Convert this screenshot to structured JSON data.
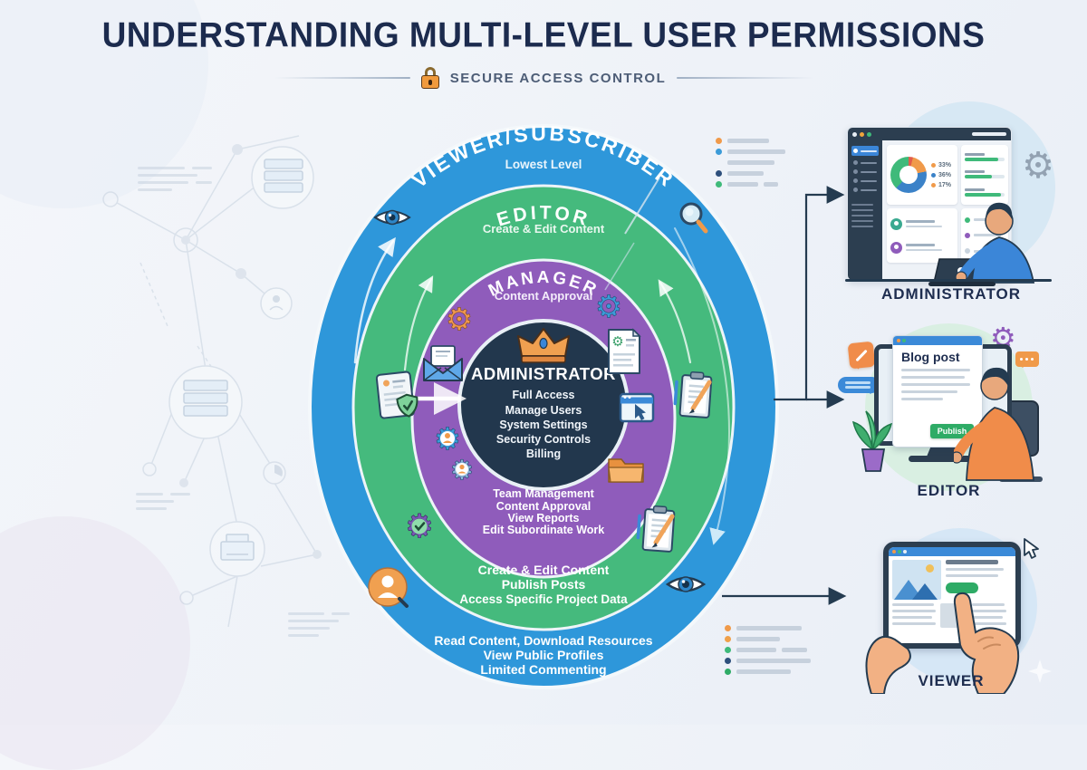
{
  "header": {
    "title": "UNDERSTANDING MULTI-LEVEL USER PERMISSIONS",
    "badge": "SECURE ACCESS CONTROL"
  },
  "diagram": {
    "levels": {
      "viewer": {
        "name": "VIEWER/SUBSCRIBER",
        "tagline": "Lowest Level",
        "permissions": [
          "Read Content, Download Resources",
          "View Public Profiles",
          "Limited Commenting"
        ],
        "color": "#2e97da"
      },
      "editor": {
        "name": "EDITOR",
        "tagline": "Create & Edit Content",
        "permissions": [
          "Create & Edit Content",
          "Publish Posts",
          "Access Specific Project Data"
        ],
        "color": "#45ba7d"
      },
      "manager": {
        "name": "MANAGER",
        "tagline": "Content Approval",
        "permissions": [
          "Team Management",
          "Content Approval",
          "View Reports",
          "Edit Subordinate Work"
        ],
        "color": "#8f5cbb"
      },
      "administrator": {
        "name": "ADMINISTRATOR",
        "permissions": [
          "Full Access",
          "Manage Users",
          "System Settings",
          "Security Controls",
          "Billing"
        ],
        "color": "#22374d"
      }
    },
    "icons": [
      "eye-icon",
      "magnifier-icon",
      "document-shield-icon",
      "gear-icon",
      "envelope-icon",
      "gear-person-icon",
      "document-gear-icon",
      "browser-cursor-icon",
      "folder-icon",
      "gear-check-icon",
      "clipboard-pencil-icon",
      "user-search-icon",
      "crown-icon",
      "lock-icon"
    ]
  },
  "roles_panel": {
    "administrator": {
      "label": "ADMINISTRATOR",
      "chart_legend": [
        "33%",
        "36%",
        "17%"
      ]
    },
    "editor": {
      "label": "EDITOR",
      "document_title": "Blog post",
      "publish_button": "Publish"
    },
    "viewer": {
      "label": "VIEWER"
    }
  }
}
